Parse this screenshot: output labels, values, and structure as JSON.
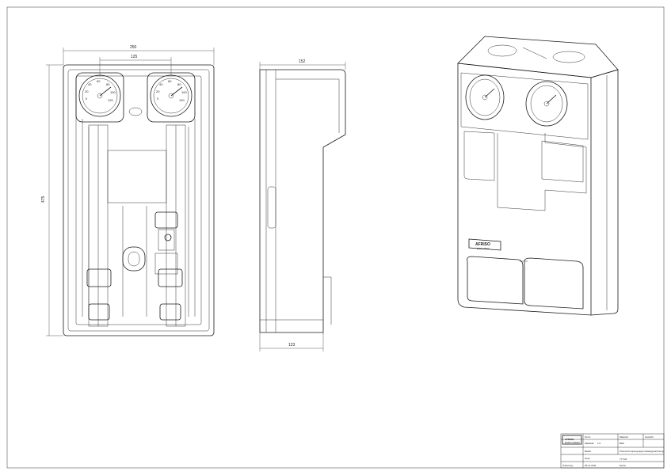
{
  "dimensions": {
    "front_width": "250",
    "front_gauge_spacing": "125",
    "front_height": "475",
    "side_top_depth": "152",
    "side_bottom_depth": "123"
  },
  "gauges": {
    "front_left": [
      "0",
      "20",
      "40",
      "60",
      "80",
      "100",
      "120"
    ],
    "front_right": [
      "0",
      "20",
      "40",
      "60",
      "80",
      "100",
      "120"
    ]
  },
  "brand": {
    "logo_text": "AFRISO",
    "logo_subtext": "EURO-INDEX"
  },
  "title_block": {
    "company": "AFRISO",
    "company_sub": "EURO-INDEX",
    "part_number": "77 543",
    "description": "Prisma Pumpengruppe Katalogzeichnung",
    "material_label": "Material",
    "scale_label": "Maßstab",
    "scale_value": "1:5",
    "weight_label": "Gewicht",
    "sheet_label": "Blatt",
    "drawn_label": "Bearb.",
    "checked_label": "Gepr.",
    "norm_label": "Norm",
    "date_value": "04.11.2011",
    "revision_label": "Änderung",
    "name_label": "Name"
  },
  "colors": {
    "line": "#1a1a1a",
    "paper": "#ffffff"
  }
}
